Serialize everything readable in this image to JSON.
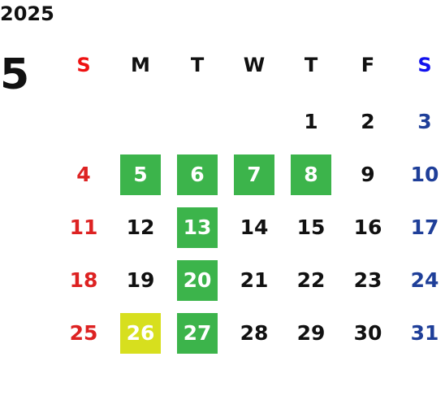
{
  "year": "2025",
  "month": "5",
  "weekdays": [
    {
      "label": "S",
      "color": "#ee1111"
    },
    {
      "label": "M",
      "color": "#111111"
    },
    {
      "label": "T",
      "color": "#111111"
    },
    {
      "label": "W",
      "color": "#111111"
    },
    {
      "label": "T",
      "color": "#111111"
    },
    {
      "label": "F",
      "color": "#111111"
    },
    {
      "label": "S",
      "color": "#1111ee"
    }
  ],
  "colors": {
    "sunday_text": "#dd2222",
    "saturday_text": "#1f3f99",
    "weekday_text": "#111111",
    "highlight_green": "#3cb44b",
    "highlight_yellow": "#d7df1e",
    "highlight_text": "#ffffff"
  },
  "weeks": [
    [
      {
        "day": "",
        "highlight": ""
      },
      {
        "day": "",
        "highlight": ""
      },
      {
        "day": "",
        "highlight": ""
      },
      {
        "day": "",
        "highlight": ""
      },
      {
        "day": "1",
        "highlight": ""
      },
      {
        "day": "2",
        "highlight": ""
      },
      {
        "day": "3",
        "highlight": ""
      }
    ],
    [
      {
        "day": "4",
        "highlight": ""
      },
      {
        "day": "5",
        "highlight": "green"
      },
      {
        "day": "6",
        "highlight": "green"
      },
      {
        "day": "7",
        "highlight": "green"
      },
      {
        "day": "8",
        "highlight": "green"
      },
      {
        "day": "9",
        "highlight": ""
      },
      {
        "day": "10",
        "highlight": ""
      }
    ],
    [
      {
        "day": "11",
        "highlight": ""
      },
      {
        "day": "12",
        "highlight": ""
      },
      {
        "day": "13",
        "highlight": "green"
      },
      {
        "day": "14",
        "highlight": ""
      },
      {
        "day": "15",
        "highlight": ""
      },
      {
        "day": "16",
        "highlight": ""
      },
      {
        "day": "17",
        "highlight": ""
      }
    ],
    [
      {
        "day": "18",
        "highlight": ""
      },
      {
        "day": "19",
        "highlight": ""
      },
      {
        "day": "20",
        "highlight": "green"
      },
      {
        "day": "21",
        "highlight": ""
      },
      {
        "day": "22",
        "highlight": ""
      },
      {
        "day": "23",
        "highlight": ""
      },
      {
        "day": "24",
        "highlight": ""
      }
    ],
    [
      {
        "day": "25",
        "highlight": ""
      },
      {
        "day": "26",
        "highlight": "yellow"
      },
      {
        "day": "27",
        "highlight": "green"
      },
      {
        "day": "28",
        "highlight": ""
      },
      {
        "day": "29",
        "highlight": ""
      },
      {
        "day": "30",
        "highlight": ""
      },
      {
        "day": "31",
        "highlight": ""
      }
    ]
  ]
}
